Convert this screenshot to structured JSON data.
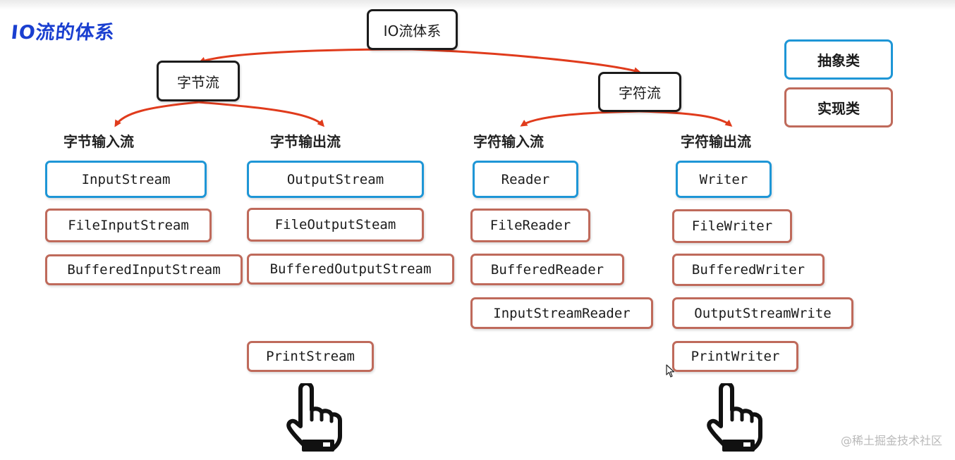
{
  "title": "IO流的体系",
  "root": "IO流体系",
  "categories": {
    "byte": "字节流",
    "char": "字符流"
  },
  "headings": {
    "byte_in": "字节输入流",
    "byte_out": "字节输出流",
    "char_in": "字符输入流",
    "char_out": "字符输出流"
  },
  "legend": {
    "abstract": "抽象类",
    "impl": "实现类"
  },
  "byte_in": [
    "InputStream",
    "FileInputStream",
    "BufferedInputStream"
  ],
  "byte_out": [
    "OutputStream",
    "FileOutputSteam",
    "BufferedOutputStream",
    "PrintStream"
  ],
  "char_in": [
    "Reader",
    "FileReader",
    "BufferedReader",
    "InputStreamReader"
  ],
  "char_out": [
    "Writer",
    "FileWriter",
    "BufferedWriter",
    "OutputStreamWrite",
    "PrintWriter"
  ],
  "watermark": "@稀土掘金技术社区",
  "colors": {
    "abstract_border": "#1e96d6",
    "impl_border": "#bf6a5b",
    "arrow": "#e03b1c",
    "title": "#1a3fd0"
  },
  "icons": [
    "pointing-hand-icon",
    "mouse-cursor-icon"
  ]
}
